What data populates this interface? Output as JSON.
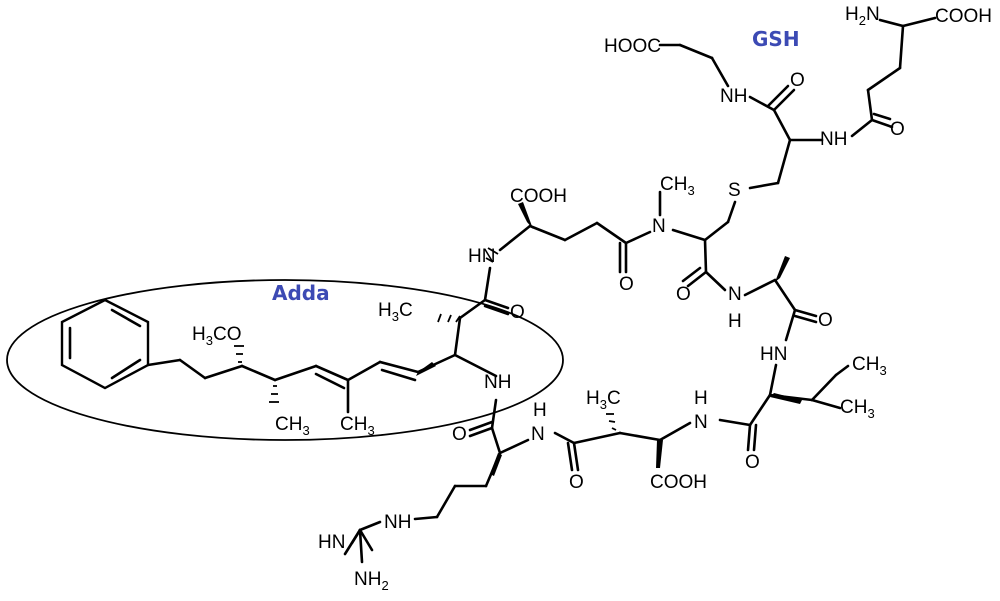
{
  "labels": {
    "gsh": "GSH",
    "adda": "Adda"
  },
  "atoms": {
    "h2n_gsh": "H2N",
    "cooh_gsh_glu": "COOH",
    "hooc_gly": "HOOC",
    "nh_gly": "NH",
    "nh_gsh": "NH",
    "o_gsh_1": "O",
    "o_gsh_2": "O",
    "s": "S",
    "ch3_n": "CH3",
    "n_methyl": "N",
    "cooh_glu": "COOH",
    "hn_glu": "HN",
    "o_glu": "O",
    "o_adda": "O",
    "nh_adda": "NH",
    "h3c_adda": "H3C",
    "h3co": "H3CO",
    "ch3_adda_1": "CH3",
    "ch3_adda_2": "CH3",
    "o_ala": "O",
    "nh_ala": "N",
    "h_ala": "H",
    "o_ala_2": "O",
    "hn_leu": "HN",
    "ch3_leu_1": "CH3",
    "ch3_leu_2": "CH3",
    "o_leu": "O",
    "nh_masp": "N",
    "h_masp": "H",
    "h3c_masp": "H3C",
    "cooh_masp": "COOH",
    "o_masp": "O",
    "nh_arg": "N",
    "h_arg": "H",
    "o_arg": "O",
    "nh_guan": "NH",
    "hn_guan": "HN",
    "nh2_guan": "NH2"
  },
  "colors": {
    "label": "#3c4ab4",
    "bond": "#000000"
  }
}
